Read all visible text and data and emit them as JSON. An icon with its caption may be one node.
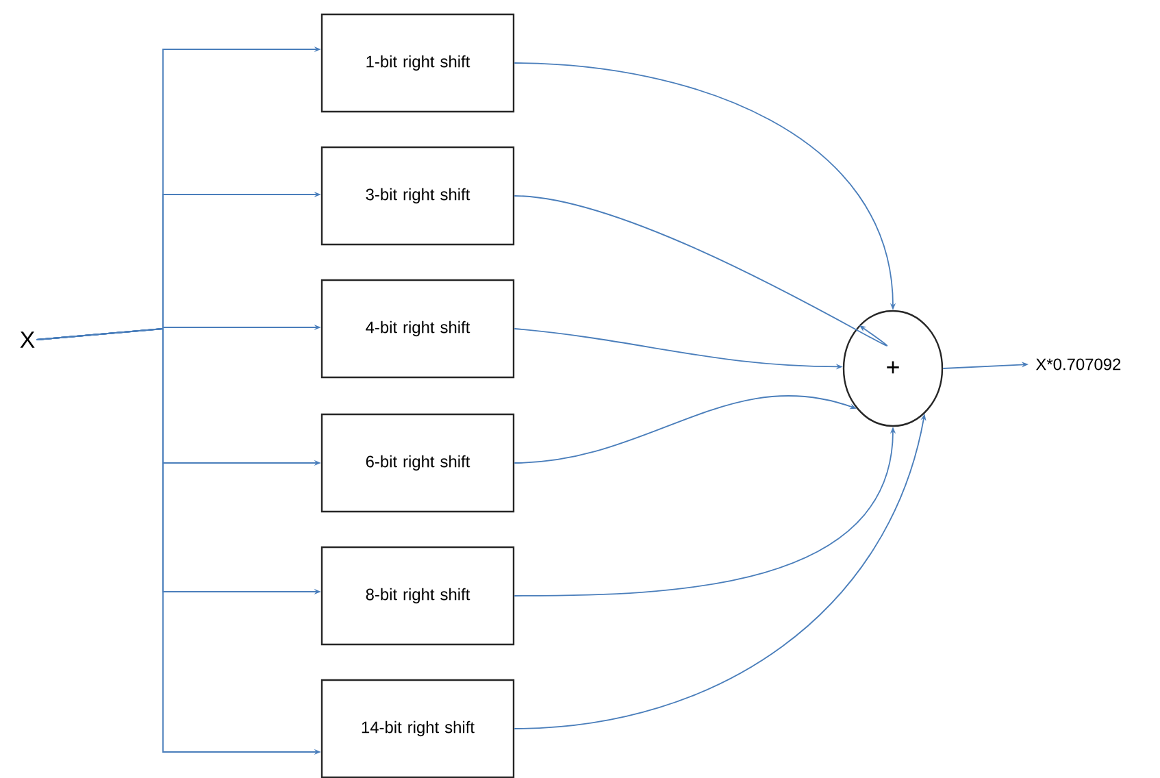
{
  "diagram": {
    "nodes": [
      {
        "text": [
          "X"
        ]
      },
      {
        "text": [
          "1-bit right shift"
        ]
      },
      {
        "text": [
          "3-bit right shift"
        ]
      },
      {
        "text": [
          "4-bit right shift"
        ]
      },
      {
        "text": [
          "6-bit right shift"
        ]
      },
      {
        "text": [
          "8-bit right shift"
        ]
      },
      {
        "text": [
          "14-bit right shift"
        ]
      },
      {
        "text": [
          "+"
        ]
      },
      {
        "text": [
          "X*0.707092"
        ]
      }
    ],
    "edges": [
      {
        "from": 0,
        "to": 1,
        "arrow": "to"
      },
      {
        "from": 0,
        "to": 2,
        "arrow": "to"
      },
      {
        "from": 0,
        "to": 3,
        "arrow": "to"
      },
      {
        "from": 0,
        "to": 4,
        "arrow": "to"
      },
      {
        "from": 0,
        "to": 5,
        "arrow": "to"
      },
      {
        "from": 0,
        "to": 6,
        "arrow": "to"
      },
      {
        "from": 1,
        "to": 7,
        "arrow": "to"
      },
      {
        "from": 2,
        "to": 7,
        "arrow": "to"
      },
      {
        "from": 3,
        "to": 7,
        "arrow": "to"
      },
      {
        "from": 4,
        "to": 7,
        "arrow": "to"
      },
      {
        "from": 5,
        "to": 7,
        "arrow": "to"
      },
      {
        "from": 6,
        "to": 7,
        "arrow": "to"
      },
      {
        "from": 7,
        "to": 8,
        "arrow": "to"
      }
    ]
  }
}
